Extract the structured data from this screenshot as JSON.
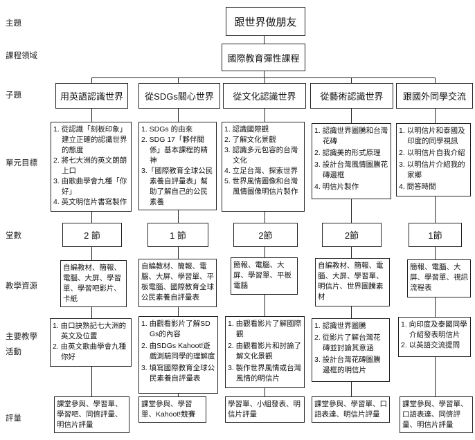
{
  "topic": {
    "label": "主題",
    "value": "跟世界做朋友"
  },
  "course_domain": {
    "label": "課程領域",
    "value": "國際教育彈性課程"
  },
  "row_labels": {
    "subtopic": "子題",
    "goals": "單元目標",
    "sessions": "堂數",
    "resources": "教學資源",
    "activities": "主要教學活動",
    "assessment": "評量"
  },
  "columns": [
    {
      "subtopic": "用英語認識世界",
      "goals": [
        "1. 從認識「刻板印象」建立正確的認識世界的態度",
        "2. 將七大洲的英文朗朗上口",
        "3. 由歌曲學會九種「你好」",
        "4. 英文明信片書寫製作"
      ],
      "sessions": "2 節",
      "resources": "自編教材、簡報、電腦、大屏、學習單、學習吧影片、卡紙",
      "activities": [
        "1. 由口訣熟記七大洲的英文及位置",
        "2. 由英文歌曲學會九種你好"
      ],
      "assessment": "課堂參與、學習單、學習吧、同儕評量、明信片評量"
    },
    {
      "subtopic": "從SDGs關心世界",
      "goals": [
        "1. SDGs 的由來",
        "2. SDG 17「夥伴關係」基本課程的精神",
        "3.「國際教育全球公民素養自評量表」幫助了解自己的公民素養"
      ],
      "sessions": "1 節",
      "resources": "自編教材、簡報、電腦、大屏、學習單、平板電腦、國際教育全球公民素養自評量表",
      "activities": [
        "1. 由觀看影片了解SDGs的內容",
        "2. 由SDGs Kahoot!遊戲測驗同學的理解度",
        "3. 填寫國際教育全球公民素養自評量表"
      ],
      "assessment": "課堂參與、學習單、Kahoot!競賽"
    },
    {
      "subtopic": "從文化認識世界",
      "goals": [
        "1. 認識國際觀",
        "2. 了解文化景觀",
        "3. 認識多元包容的台灣文化",
        "4. 立足台灣、探索世界",
        "5. 世界風情圖像和台灣風情圖像明信片製作"
      ],
      "sessions": "2節",
      "resources": "簡報、電腦、大屏、學習單、平板電腦",
      "activities": [
        "1. 由觀看影片了解國際觀",
        "2. 由觀看影片和討論了解文化景觀",
        "3. 製作世界風情或台灣風情的明信片"
      ],
      "assessment": "學習單、小組發表、明信片評量"
    },
    {
      "subtopic": "從藝術認識世界",
      "goals": [
        "1. 認識世界圖騰和台灣花磚",
        "2. 認識美的形式原理",
        "3. 設計台灣風情圖騰花磚邊框",
        "4. 明信片製作"
      ],
      "sessions": "2節",
      "resources": "自編教材、簡報、電腦、大屏、學習單、明信片、世界圖騰素材",
      "activities": [
        "1. 認識世界圖騰",
        "2. 從影片了解台灣花磚並討論其意涵",
        "3. 設計台灣花磚圖騰邊框的明信片"
      ],
      "assessment": "課堂參與、學習單、口語表達、明信片評量"
    },
    {
      "subtopic": "跟國外同學交流",
      "goals": [
        "1. 以明信片和泰國及印度的同學視訊",
        "2. 以明信片自我介紹",
        "3. 以明信片介紹我的家鄉",
        "4. 問答時間"
      ],
      "sessions": "1節",
      "resources": "簡報、電腦、大屏、學習單、視訊流程表",
      "activities": [
        "1. 向印度及泰國同學介紹發表明信片",
        "2. 以英語交流提問"
      ],
      "assessment": "課堂參與、學習單、口語表達、同儕評量、明信片評量"
    }
  ]
}
